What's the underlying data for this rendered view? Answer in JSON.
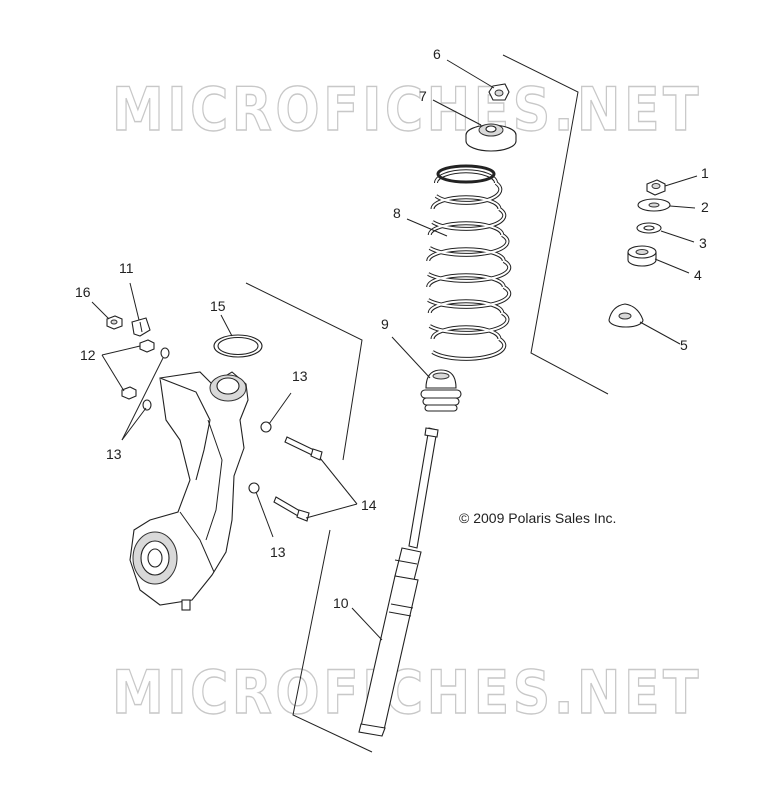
{
  "watermark": "MICROFICHES.NET",
  "copyright": "© 2009 Polaris Sales Inc.",
  "callouts": {
    "c1": "1",
    "c2": "2",
    "c3": "3",
    "c4": "4",
    "c5": "5",
    "c6": "6",
    "c7": "7",
    "c8": "8",
    "c9": "9",
    "c10": "10",
    "c11": "11",
    "c12": "12",
    "c13a": "13",
    "c13b": "13",
    "c13c": "13",
    "c14": "14",
    "c15": "15",
    "c16": "16"
  }
}
